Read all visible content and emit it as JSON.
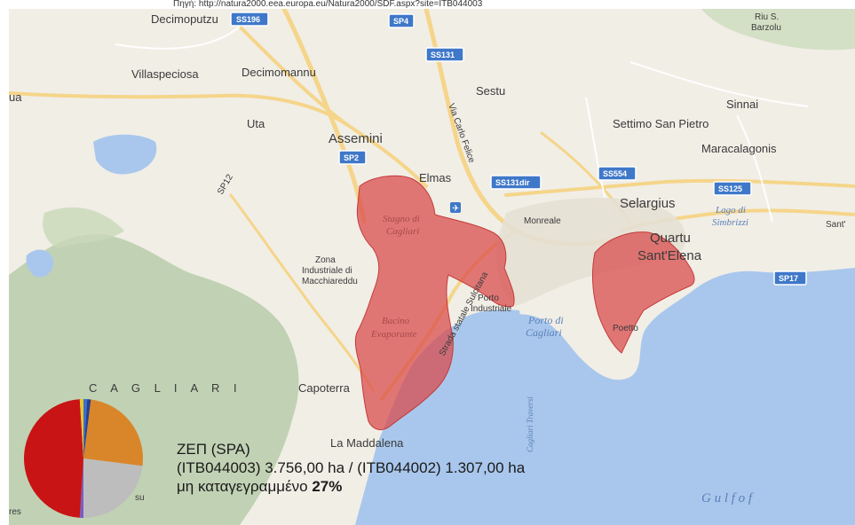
{
  "source_line": "Πηγή: http://natura2000.eea.europa.eu/Natura2000/SDF.aspx?site=ITB044003",
  "places": {
    "decimoputzu": "Decimoputzu",
    "villaspeciosa": "Villaspeciosa",
    "decimomannu": "Decimomannu",
    "uta": "Uta",
    "assemini": "Assemini",
    "elmas": "Elmas",
    "sestu": "Sestu",
    "sinnai": "Sinnai",
    "settimo": "Settimo San Pietro",
    "maracalagonis": "Maracalagonis",
    "monreale": "Monreale",
    "selargius": "Selargius",
    "quartu": "Quartu",
    "santelena": "Sant'Elena",
    "capoterra": "Capoterra",
    "maddalena": "La Maddalena",
    "poetto": "Poetto",
    "riu": "Riu S.",
    "barzolu": "Barzolu",
    "ua": "ua",
    "santi": "Sant'",
    "su": "su",
    "res": "res",
    "cagliari_region": "C A G L I A R I",
    "zona1": "Zona",
    "zona2": "Industriale di",
    "zona3": "Macchiareddu",
    "porto_ind1": "Porto",
    "porto_ind2": "Industriale"
  },
  "water": {
    "stagno1": "Stagno di",
    "stagno2": "Cagliari",
    "bacino1": "Bacino",
    "bacino2": "Evaporante",
    "porto_cagliari1": "Porto di",
    "porto_cagliari2": "Cagliari",
    "lago1": "Lago di",
    "lago2": "Simbrizzi",
    "gulf": "G u l f   o f",
    "traversa": "Cagliari Traversi"
  },
  "roads": {
    "ss196": "SS196",
    "sp4": "SP4",
    "ss131": "SS131",
    "sp2": "SP2",
    "ss131dir": "SS131dir",
    "ss554": "SS554",
    "ss125": "SS125",
    "sp17": "SP17",
    "sp12": "SP12",
    "via_carlo_felice": "Via Carlo Felice",
    "strada_sulcitana": "Strada statale Sulcitana"
  },
  "legend": {
    "line1": "ΖΕΠ (SPA)",
    "line2": "(ITB044003) 3.756,00 ha / (ITB044002) 1.307,00 ha",
    "line3_prefix": "μη καταγεγραμμένο ",
    "line3_value": "27%"
  },
  "pie_data": {
    "type": "pie",
    "slices": [
      {
        "value": 0.25,
        "color": "#d9862a"
      },
      {
        "value": 0.23,
        "color": "#bdbdbd"
      },
      {
        "value": 0.01,
        "color": "#7b5cc4"
      },
      {
        "value": 0.48,
        "color": "#c81414"
      },
      {
        "value": 0.01,
        "color": "#e6c62e"
      },
      {
        "value": 0.01,
        "color": "#3a6fd0"
      },
      {
        "value": 0.01,
        "color": "#2a3f88"
      }
    ]
  },
  "colors": {
    "sea": "#a9c7ec",
    "land": "#f1eee6",
    "hills": "#b9cdaa",
    "spa_fill": "#d94848",
    "road_major": "#f5d58a",
    "road_shield": "#3f78c9"
  }
}
